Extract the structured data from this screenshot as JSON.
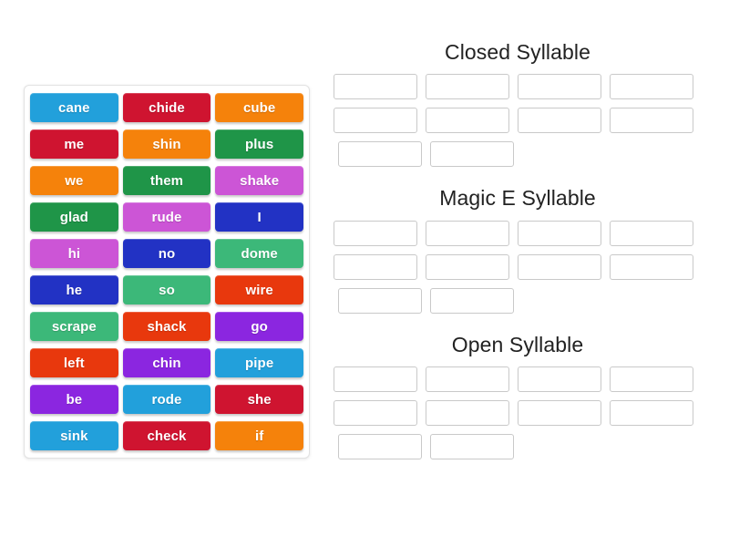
{
  "activity": {
    "type": "word-sort-drag-and-drop",
    "word_bank": {
      "columns": 3,
      "tiles": [
        {
          "label": "cane",
          "color": "#22A0DB"
        },
        {
          "label": "chide",
          "color": "#CF1430"
        },
        {
          "label": "cube",
          "color": "#F5820B"
        },
        {
          "label": "me",
          "color": "#CF1430"
        },
        {
          "label": "shin",
          "color": "#F5820B"
        },
        {
          "label": "plus",
          "color": "#1F9548"
        },
        {
          "label": "we",
          "color": "#F5820B"
        },
        {
          "label": "them",
          "color": "#1F9548"
        },
        {
          "label": "shake",
          "color": "#CC55D6"
        },
        {
          "label": "glad",
          "color": "#1F9548"
        },
        {
          "label": "rude",
          "color": "#CC55D6"
        },
        {
          "label": "I",
          "color": "#2232C4"
        },
        {
          "label": "hi",
          "color": "#CC55D6"
        },
        {
          "label": "no",
          "color": "#2232C4"
        },
        {
          "label": "dome",
          "color": "#3CB879"
        },
        {
          "label": "he",
          "color": "#2232C4"
        },
        {
          "label": "so",
          "color": "#3CB879"
        },
        {
          "label": "wire",
          "color": "#E8380D"
        },
        {
          "label": "scrape",
          "color": "#3CB879"
        },
        {
          "label": "shack",
          "color": "#E8380D"
        },
        {
          "label": "go",
          "color": "#8B26E0"
        },
        {
          "label": "left",
          "color": "#E8380D"
        },
        {
          "label": "chin",
          "color": "#8B26E0"
        },
        {
          "label": "pipe",
          "color": "#22A0DB"
        },
        {
          "label": "be",
          "color": "#8B26E0"
        },
        {
          "label": "rode",
          "color": "#22A0DB"
        },
        {
          "label": "she",
          "color": "#CF1430"
        },
        {
          "label": "sink",
          "color": "#22A0DB"
        },
        {
          "label": "check",
          "color": "#CF1430"
        },
        {
          "label": "if",
          "color": "#F5820B"
        }
      ]
    },
    "categories": [
      {
        "title": "Closed Syllable",
        "rows": [
          [
            "",
            "",
            "",
            ""
          ],
          [
            "",
            "",
            "",
            ""
          ],
          [
            "",
            ""
          ]
        ]
      },
      {
        "title": "Magic E Syllable",
        "rows": [
          [
            "",
            "",
            "",
            ""
          ],
          [
            "",
            "",
            "",
            ""
          ],
          [
            "",
            ""
          ]
        ]
      },
      {
        "title": "Open Syllable",
        "rows": [
          [
            "",
            "",
            "",
            ""
          ],
          [
            "",
            "",
            "",
            ""
          ],
          [
            "",
            ""
          ]
        ]
      }
    ]
  },
  "colors": {
    "background": "#ffffff",
    "slot_border": "#c9c9c9",
    "card_border": "#e2e2e2",
    "title_text": "#222222",
    "tile_text": "#ffffff"
  }
}
